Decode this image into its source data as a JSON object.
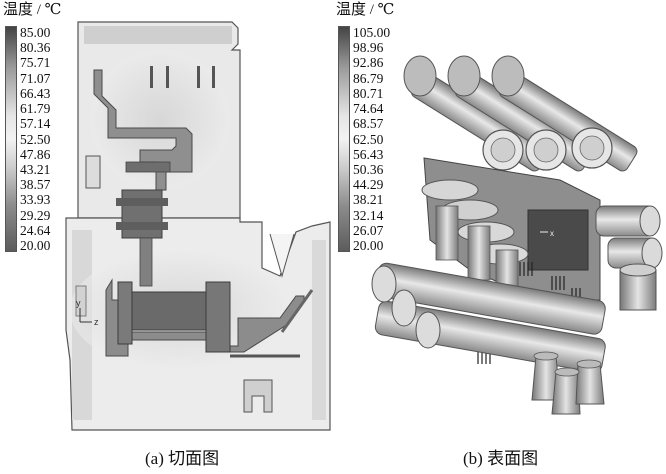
{
  "panel_a": {
    "legend_title": "温度 / ℃",
    "ticks": [
      "85.00",
      "80.36",
      "75.71",
      "71.07",
      "66.43",
      "61.79",
      "57.14",
      "52.50",
      "47.86",
      "43.21",
      "38.57",
      "33.93",
      "29.29",
      "24.64",
      "20.00"
    ],
    "caption": "(a)  切面图",
    "axis_labels": {
      "y": "y",
      "z": "z"
    }
  },
  "panel_b": {
    "legend_title": "温度 / ℃",
    "ticks": [
      "105.00",
      "98.96",
      "92.86",
      "86.79",
      "80.71",
      "74.64",
      "68.57",
      "62.50",
      "56.43",
      "50.36",
      "44.29",
      "38.21",
      "32.14",
      "26.07",
      "20.00"
    ],
    "caption": "(b)  表面图",
    "axis_labels": {
      "x": "x"
    }
  }
}
